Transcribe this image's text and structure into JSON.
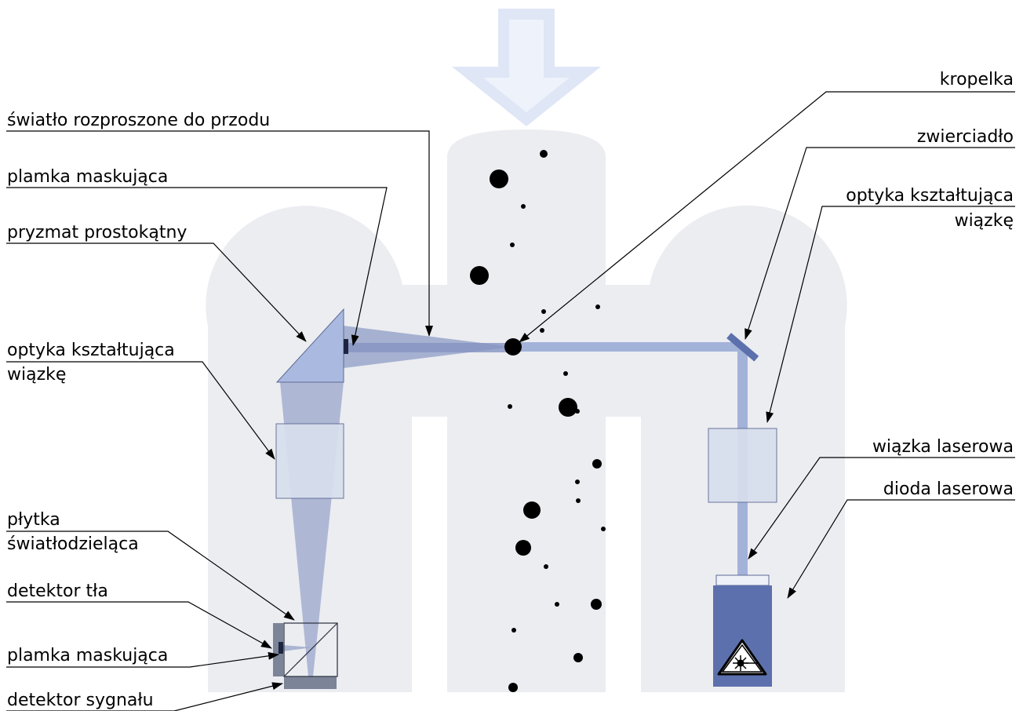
{
  "labels": {
    "scattered_light": "światło rozproszone do przodu",
    "mask_spot_top": "plamka maskująca",
    "right_angle_prism": "pryzmat prostokątny",
    "beam_optics_left_line1": "optyka kształtująca",
    "beam_optics_left_line2": "wiązkę",
    "beamsplitter_line1": "płytka",
    "beamsplitter_line2": "światłodzieląca",
    "background_detector": "detektor tła",
    "mask_spot_bottom": "plamka maskująca",
    "signal_detector": "detektor sygnału",
    "droplet": "kropelka",
    "mirror": "zwierciadło",
    "beam_optics_right_line1": "optyka kształtująca",
    "beam_optics_right_line2": "wiązkę",
    "laser_beam": "wiązka laserowa",
    "laser_diode": "dioda laserowa"
  },
  "colors": {
    "housing": "#ecedf1",
    "inlet_arrow": "#eef2fb",
    "inlet_arrow_border": "#dfe6f6",
    "beam": "#a3b2d9",
    "collection_cone": "#9aa6cb",
    "lens": "#d8dfed",
    "prism": "#a9b9df",
    "laser_body": "#5c70ad",
    "detector": "#7c8498",
    "mask": "#1c2440",
    "droplet": "#000000"
  },
  "icons": {
    "laser_warning": "laser-warning-icon",
    "flow_direction": "down-arrow-icon"
  }
}
